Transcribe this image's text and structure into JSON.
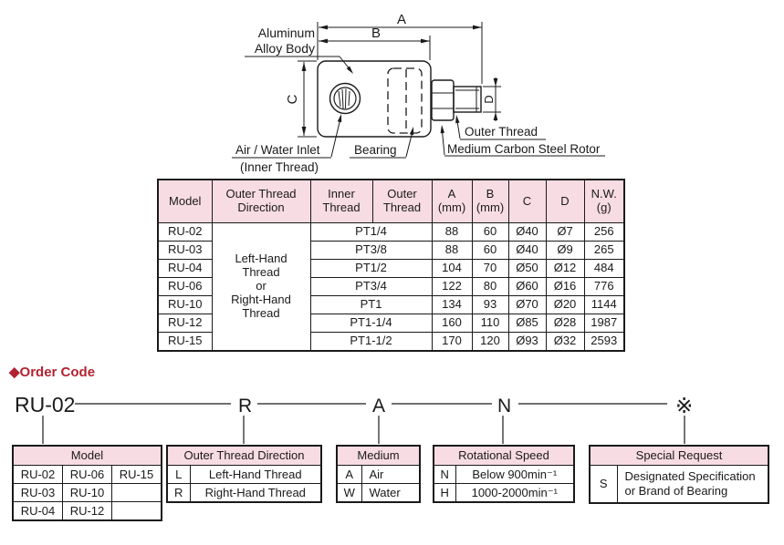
{
  "colors": {
    "header_pink": "#f8dce3",
    "accent_red": "#b22330",
    "line": "#1a1a1a"
  },
  "diagram": {
    "labels": {
      "body_line1": "Aluminum",
      "body_line2": "Alloy Body",
      "inlet_line1": "Air / Water Inlet",
      "inlet_line2": "(Inner Thread)",
      "bearing": "Bearing",
      "outer_thread": "Outer Thread",
      "rotor": "Medium Carbon Steel Rotor"
    },
    "dims": {
      "a": "A",
      "b": "B",
      "c": "C",
      "d": "D"
    }
  },
  "spec_table": {
    "headers": [
      "Model",
      "Outer Thread\nDirection",
      "Inner\nThread",
      "Outer\nThread",
      "A\n(mm)",
      "B\n(mm)",
      "C",
      "D",
      "N.W.\n(g)"
    ],
    "direction_merged": "Left-Hand\nThread\nor\nRight-Hand\nThread",
    "rows": [
      {
        "model": "RU-02",
        "thread": "PT1/4",
        "a": "88",
        "b": "60",
        "c": "Ø40",
        "d": "Ø7",
        "nw": "256"
      },
      {
        "model": "RU-03",
        "thread": "PT3/8",
        "a": "88",
        "b": "60",
        "c": "Ø40",
        "d": "Ø9",
        "nw": "265"
      },
      {
        "model": "RU-04",
        "thread": "PT1/2",
        "a": "104",
        "b": "70",
        "c": "Ø50",
        "d": "Ø12",
        "nw": "484"
      },
      {
        "model": "RU-06",
        "thread": "PT3/4",
        "a": "122",
        "b": "80",
        "c": "Ø60",
        "d": "Ø16",
        "nw": "776"
      },
      {
        "model": "RU-10",
        "thread": "PT1",
        "a": "134",
        "b": "93",
        "c": "Ø70",
        "d": "Ø20",
        "nw": "1144"
      },
      {
        "model": "RU-12",
        "thread": "PT1-1/4",
        "a": "160",
        "b": "110",
        "c": "Ø85",
        "d": "Ø28",
        "nw": "1987"
      },
      {
        "model": "RU-15",
        "thread": "PT1-1/2",
        "a": "170",
        "b": "120",
        "c": "Ø93",
        "d": "Ø32",
        "nw": "2593"
      }
    ]
  },
  "order_code": {
    "diamond": "◆",
    "heading": "Order Code",
    "codes": [
      "RU-02",
      "R",
      "A",
      "N",
      "※"
    ]
  },
  "model_table": {
    "title": "Model",
    "rows": [
      [
        "RU-02",
        "RU-06",
        "RU-15"
      ],
      [
        "RU-03",
        "RU-10",
        ""
      ],
      [
        "RU-04",
        "RU-12",
        ""
      ]
    ]
  },
  "direction_table": {
    "title": "Outer Thread Direction",
    "rows": [
      [
        "L",
        "Left-Hand Thread"
      ],
      [
        "R",
        "Right-Hand Thread"
      ]
    ]
  },
  "medium_table": {
    "title": "Medium",
    "rows": [
      [
        "A",
        "Air"
      ],
      [
        "W",
        "Water"
      ]
    ]
  },
  "speed_table": {
    "title": "Rotational Speed",
    "rows": [
      [
        "N",
        "Below 900min⁻¹"
      ],
      [
        "H",
        "1000-2000min⁻¹"
      ]
    ]
  },
  "special_table": {
    "title": "Special Request",
    "code": "S",
    "text": "Designated Specification\nor Brand of Bearing"
  }
}
